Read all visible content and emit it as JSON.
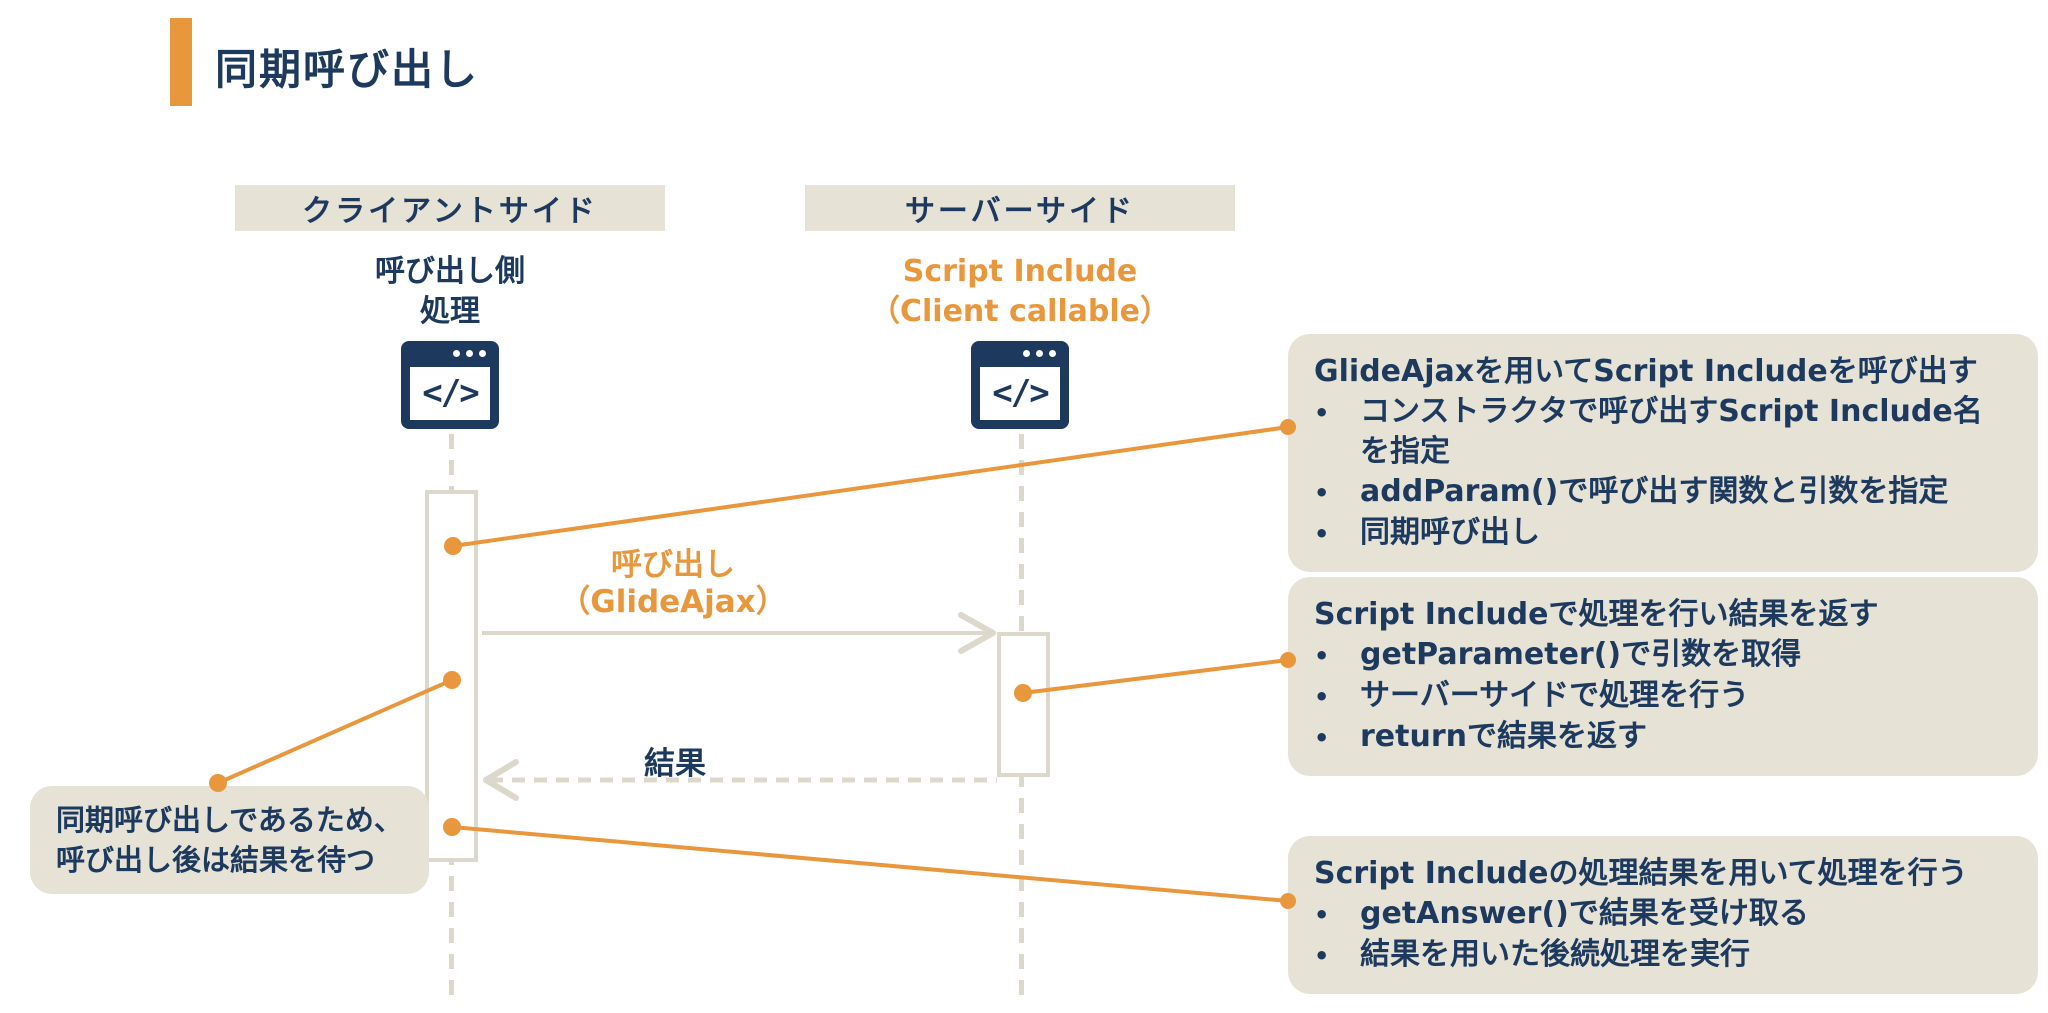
{
  "title": "同期呼び出し",
  "bullet_char": "•",
  "lanes": {
    "client": {
      "header": "クライアントサイド",
      "label_line1": "呼び出し側",
      "label_line2": "処理"
    },
    "server": {
      "header": "サーバーサイド",
      "label_line1": "Script Include",
      "label_line2": "（Client callable）"
    }
  },
  "icons": {
    "client": "code-window-icon",
    "server": "code-window-icon",
    "glyph": "</>"
  },
  "messages": {
    "call": {
      "line1": "呼び出し",
      "line2": "（GlideAjax）"
    },
    "return": {
      "label": "結果"
    }
  },
  "callouts": {
    "right1": {
      "title": "GlideAjaxを用いてScript Includeを呼び出す",
      "bullets": [
        "コンストラクタで呼び出すScript Include名を指定",
        "addParam()で呼び出す関数と引数を指定",
        "同期呼び出し"
      ]
    },
    "right2": {
      "title": "Script Includeで処理を行い結果を返す",
      "bullets": [
        "getParameter()で引数を取得",
        "サーバーサイドで処理を行う",
        "returnで結果を返す"
      ]
    },
    "right3": {
      "title": "Script Includeの処理結果を用いて処理を行う",
      "bullets": [
        "getAnswer()で結果を受け取る",
        "結果を用いた後続処理を実行"
      ]
    },
    "left": {
      "line1": "同期呼び出しであるため、",
      "line2": "呼び出し後は結果を待つ"
    }
  },
  "colors": {
    "orange": "#E8973C",
    "navy": "#1D3A5E",
    "box_beige": "#E6E2D6",
    "line_beige": "#DCD8CB",
    "background": "#FFFFFF"
  }
}
